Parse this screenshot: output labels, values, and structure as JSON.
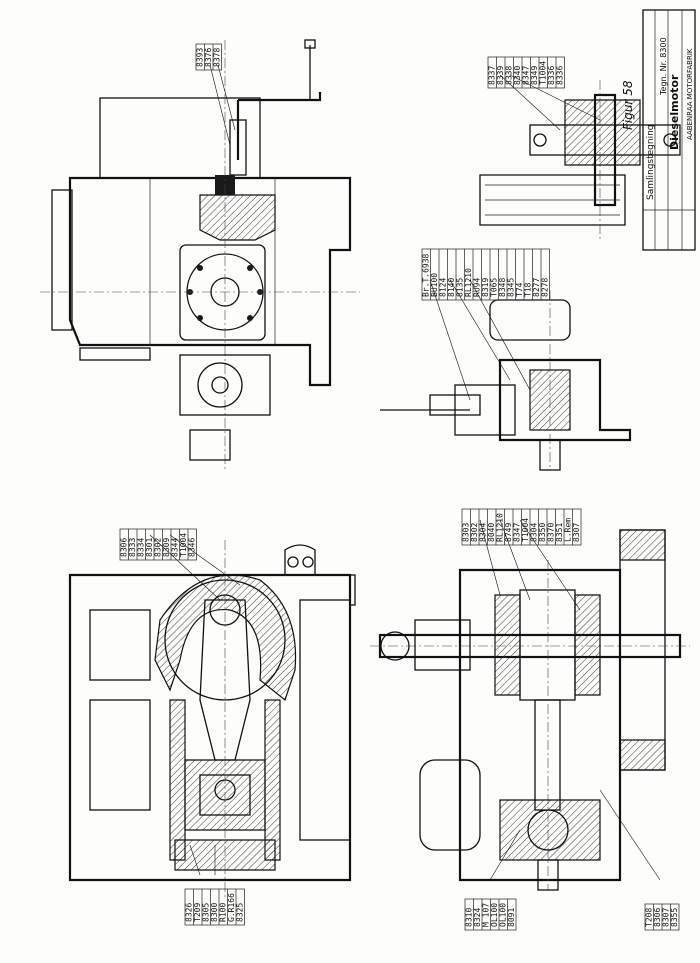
{
  "figure_label": "Figur 58",
  "title_block": {
    "title": "Samlingstegning",
    "product": "Dieselmotor",
    "drawing_no": "Tegn. Nr. 8300",
    "company": "AABENRAA MOTORFABRIK"
  },
  "callouts": {
    "top_crank": [
      "8393",
      "8376",
      "8378"
    ],
    "top_right": [
      "8337",
      "8339",
      "8338",
      "8340",
      "8347",
      "8349",
      "T1004",
      "8336",
      "8336"
    ],
    "mid_right": [
      "Br.T.6938",
      "BU100",
      "8124",
      "8140",
      "8135",
      "RL1210",
      "RU94",
      "8319",
      "T065",
      "8348",
      "8345",
      "T74",
      "T18",
      "8277",
      "8278"
    ],
    "left_col": [
      "8306",
      "8333",
      "8334",
      "8301",
      "8302",
      "8309",
      "8344",
      "T1004",
      "8346"
    ],
    "right_col": [
      "8303",
      "8302",
      "8304",
      "8040",
      "RL1210",
      "8749",
      "8347",
      "T1004",
      "8304",
      "8350",
      "8370",
      "8351",
      "L.Rem",
      "8307"
    ],
    "bottom_left": [
      "8326",
      "T209",
      "8305",
      "8300",
      "R100",
      "G.R166",
      "8325"
    ],
    "bottom_mid": [
      "8310",
      "8324",
      "M 107",
      "OL100",
      "OL100",
      "8091"
    ],
    "bottom_right": [
      "T208",
      "8306",
      "8307",
      "8355"
    ]
  }
}
